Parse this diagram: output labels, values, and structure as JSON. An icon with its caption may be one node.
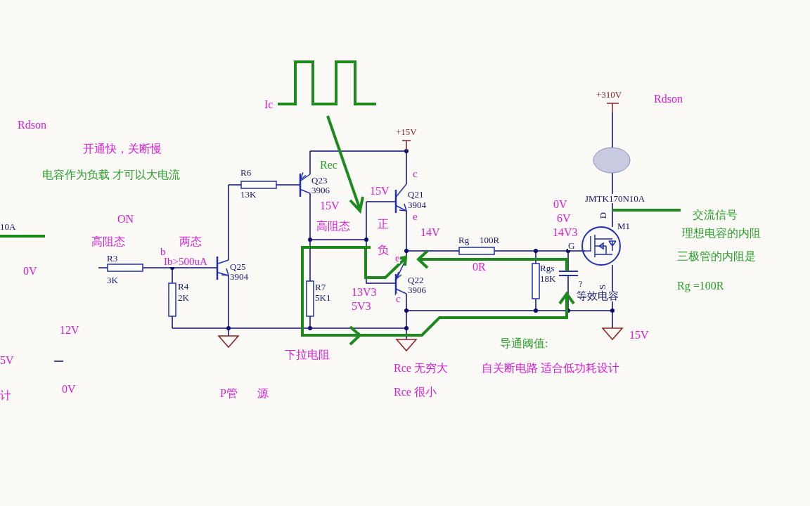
{
  "diagram": {
    "labels": [
      "+310V",
      "Rdson",
      "Ic",
      "Rdson",
      "+15V",
      "开通快，关断慢",
      "Rec",
      "c",
      "电容作为负载 才可以大电流",
      "R6",
      "Q23",
      "3906",
      "13K",
      "15V",
      "Q21",
      "3904",
      "JMTK170N10A",
      "0V",
      "15V",
      "交流信号",
      "6V",
      "D",
      "e",
      "ON",
      "正",
      "高阻态",
      "M1",
      "14V",
      "14V3",
      "理想电容的内阻",
      "10A",
      "高阻态",
      "两态",
      "Rg",
      "100R",
      "G",
      "负",
      "b",
      "三极管的内阻是",
      "R3",
      "Ib>500uA",
      "e",
      "0R",
      "Q25",
      "0V",
      "3904",
      "Rgs",
      "18K",
      "3K",
      "Q22",
      "Rg =100R",
      "R4",
      "R7",
      "3906",
      "S",
      "?",
      "13V3",
      "等效电容",
      "2K",
      "5K1",
      "c",
      "5V3",
      "12V",
      "15V",
      "导通阈值:",
      "下拉电阻",
      "5V",
      "Rce 无穷大",
      "自关断电路 适合低功耗设计",
      "0V",
      "P管",
      "源",
      "计",
      "Rce 很小"
    ]
  }
}
